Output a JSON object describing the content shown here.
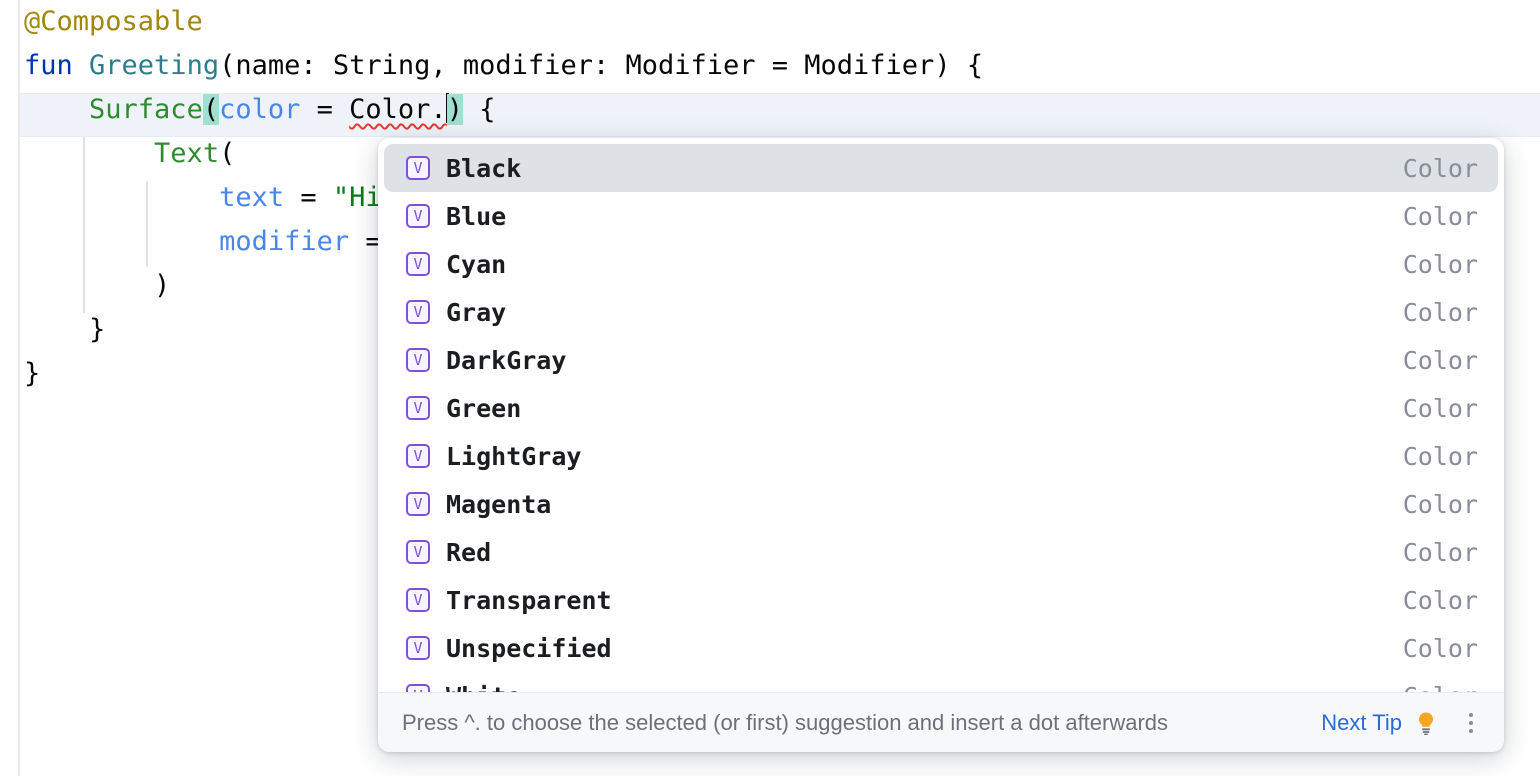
{
  "editor": {
    "lines": [
      {
        "indent": 0,
        "tokens": [
          {
            "t": "@Composable",
            "c": "tok-anno"
          }
        ]
      },
      {
        "indent": 0,
        "tokens": [
          {
            "t": "fun ",
            "c": "tok-kw"
          },
          {
            "t": "Greeting",
            "c": "tok-fn"
          },
          {
            "t": "(name: String, modifier: Modifier = Modifier) {",
            "c": "tok-plain"
          }
        ]
      },
      {
        "indent": 0,
        "tokens": [
          {
            "t": "    ",
            "c": "tok-plain"
          },
          {
            "t": "Surface",
            "c": "tok-call"
          },
          {
            "t": "(",
            "c": "tok-brace-hl"
          },
          {
            "t": "color",
            "c": "tok-named"
          },
          {
            "t": " = ",
            "c": "tok-plain"
          },
          {
            "t": "Color.",
            "c": "tok-err"
          },
          {
            "t": "CARET",
            "c": "caret"
          },
          {
            "t": ")",
            "c": "tok-brace-hl"
          },
          {
            "t": " {",
            "c": "tok-plain"
          }
        ]
      },
      {
        "indent": 0,
        "tokens": [
          {
            "t": "        ",
            "c": "tok-plain"
          },
          {
            "t": "Text",
            "c": "tok-call"
          },
          {
            "t": "(",
            "c": "tok-plain"
          }
        ]
      },
      {
        "indent": 0,
        "tokens": [
          {
            "t": "            ",
            "c": "tok-plain"
          },
          {
            "t": "text",
            "c": "tok-named"
          },
          {
            "t": " = ",
            "c": "tok-plain"
          },
          {
            "t": "\"Hi,",
            "c": "tok-string"
          }
        ]
      },
      {
        "indent": 0,
        "tokens": [
          {
            "t": "            ",
            "c": "tok-plain"
          },
          {
            "t": "modifier",
            "c": "tok-named"
          },
          {
            "t": " = ",
            "c": "tok-plain"
          }
        ]
      },
      {
        "indent": 0,
        "tokens": [
          {
            "t": "        )",
            "c": "tok-plain"
          }
        ]
      },
      {
        "indent": 0,
        "tokens": [
          {
            "t": "    }",
            "c": "tok-plain"
          }
        ]
      },
      {
        "indent": 0,
        "tokens": [
          {
            "t": "}",
            "c": "tok-plain"
          }
        ]
      }
    ],
    "colors": {
      "annotation": "#9E880D",
      "keyword": "#0033B3",
      "function_declaration": "#2E7D8E",
      "function_call": "#2E8B30",
      "named_argument": "#4A86E8",
      "string": "#067D17",
      "plain": "#080808",
      "error_squiggle": "#E53935",
      "brace_match_highlight": "#9FE0CE",
      "current_line": "#EFF3F9"
    }
  },
  "completion_popup": {
    "icon_glyph": "V",
    "icon_name": "property-value-icon",
    "accent_color": "#7B52D9",
    "selection_color": "#DEE1E6",
    "items": [
      {
        "label": "Black",
        "type": "Color",
        "selected": true
      },
      {
        "label": "Blue",
        "type": "Color",
        "selected": false
      },
      {
        "label": "Cyan",
        "type": "Color",
        "selected": false
      },
      {
        "label": "Gray",
        "type": "Color",
        "selected": false
      },
      {
        "label": "DarkGray",
        "type": "Color",
        "selected": false
      },
      {
        "label": "Green",
        "type": "Color",
        "selected": false
      },
      {
        "label": "LightGray",
        "type": "Color",
        "selected": false
      },
      {
        "label": "Magenta",
        "type": "Color",
        "selected": false
      },
      {
        "label": "Red",
        "type": "Color",
        "selected": false
      },
      {
        "label": "Transparent",
        "type": "Color",
        "selected": false
      },
      {
        "label": "Unspecified",
        "type": "Color",
        "selected": false
      },
      {
        "label": "White",
        "type": "Color",
        "selected": false
      }
    ]
  },
  "tip_bar": {
    "message": "Press ^. to choose the selected (or first) suggestion and insert a dot afterwards",
    "link_label": "Next Tip",
    "link_color": "#2B6BD6",
    "bulb_color": "#F5A623",
    "bulb_icon_name": "lightbulb-icon",
    "menu_icon_name": "kebab-menu-icon"
  }
}
